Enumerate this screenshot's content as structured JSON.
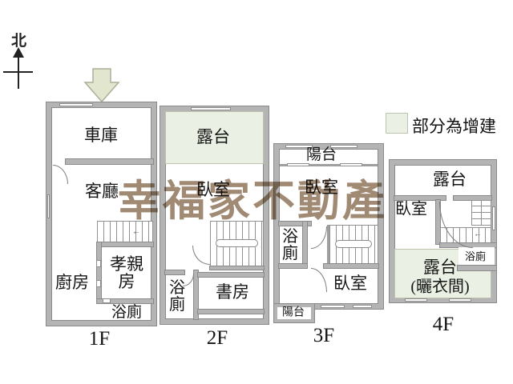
{
  "compass": {
    "north_label": "北"
  },
  "entry": {
    "icon": "down-arrow"
  },
  "legend": {
    "label": "部分為增建",
    "swatch_color": "#eaf0e3"
  },
  "watermark": {
    "text": "幸福家不動產",
    "color": "#a18a74"
  },
  "icons": {
    "stair_arrow": "←",
    "compass_arrow": "↑"
  },
  "colors": {
    "wall_gray": "#b4b4b4",
    "addition_green": "#eaf0e3",
    "watermark_brown": "#a18a74"
  },
  "floors": {
    "f1": {
      "label": "1F",
      "rooms": {
        "garage": "車庫",
        "living_room": "客廳",
        "kitchen": "廚房",
        "parents_room": "孝親房",
        "bathroom": "浴廁"
      }
    },
    "f2": {
      "label": "2F",
      "rooms": {
        "terrace": "露台",
        "bedroom": "臥室",
        "bathroom": "浴廁",
        "study": "書房"
      }
    },
    "f3": {
      "label": "3F",
      "rooms": {
        "balcony_top": "陽台",
        "bedroom_upper": "臥室",
        "bathroom": "浴廁",
        "bedroom_lower": "臥室",
        "balcony_bottom": "陽台"
      }
    },
    "f4": {
      "label": "4F",
      "rooms": {
        "terrace_top": "露台",
        "bedroom": "臥室",
        "bathroom": "浴廁",
        "terrace_laundry": "露台",
        "terrace_laundry_sub": "(曬衣間)"
      }
    }
  }
}
